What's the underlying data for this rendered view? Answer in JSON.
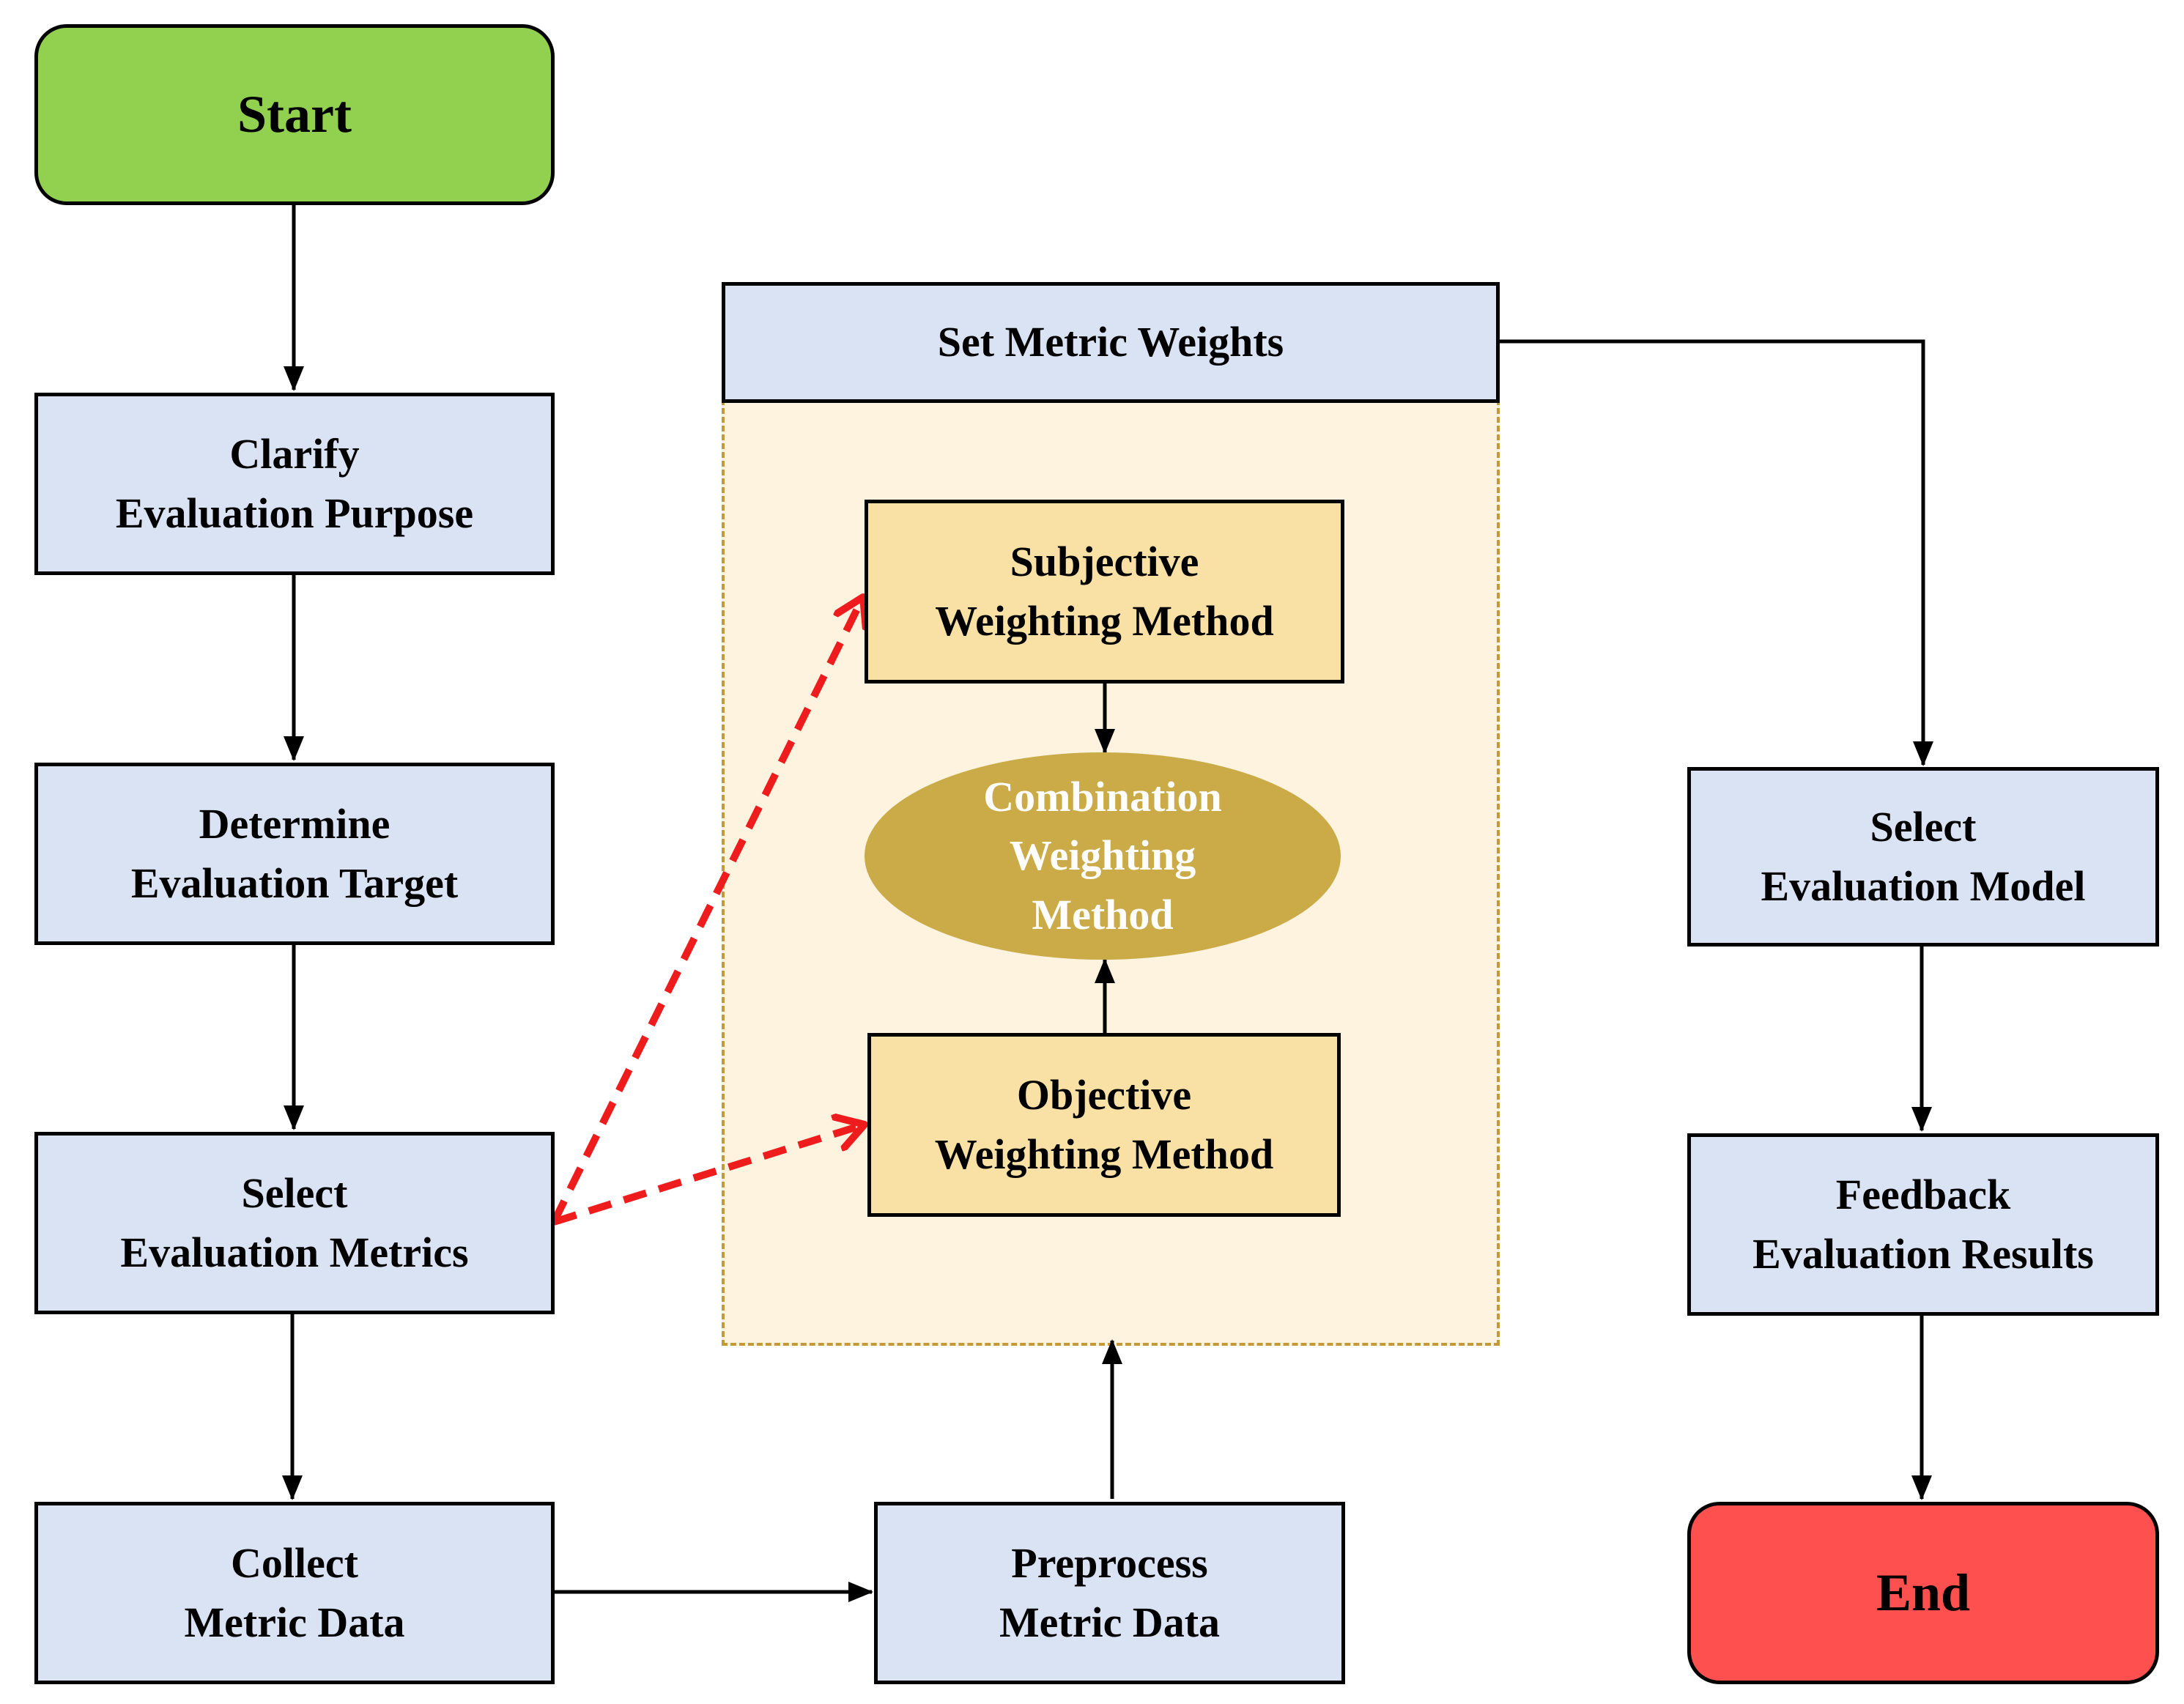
{
  "colors": {
    "process_fill": "#dae3f3",
    "start_fill": "#92d050",
    "end_fill": "#ff5050",
    "method_fill": "#f9e1a6",
    "combination_fill": "#cbab48",
    "panel_fill": "#fdf3df",
    "panel_border": "#c39a37",
    "arrow": "#000000",
    "dashed_arrow": "#ee1c1c"
  },
  "nodes": {
    "start": {
      "lines": [
        "Start"
      ]
    },
    "clarify": {
      "lines": [
        "Clarify",
        "Evaluation Purpose"
      ]
    },
    "determine": {
      "lines": [
        "Determine",
        "Evaluation Target"
      ]
    },
    "select_metrics": {
      "lines": [
        "Select",
        "Evaluation Metrics"
      ]
    },
    "collect": {
      "lines": [
        "Collect",
        "Metric Data"
      ]
    },
    "preprocess": {
      "lines": [
        "Preprocess",
        "Metric Data"
      ]
    },
    "set_weights": {
      "lines": [
        "Set Metric Weights"
      ]
    },
    "subjective": {
      "lines": [
        "Subjective",
        "Weighting Method"
      ]
    },
    "combination": {
      "lines": [
        "Combination",
        "Weighting",
        "Method"
      ]
    },
    "objective": {
      "lines": [
        "Objective",
        "Weighting Method"
      ]
    },
    "select_model": {
      "lines": [
        "Select",
        "Evaluation Model"
      ]
    },
    "feedback": {
      "lines": [
        "Feedback",
        "Evaluation Results"
      ]
    },
    "end": {
      "lines": [
        "End"
      ]
    }
  },
  "edges": [
    {
      "from": "start",
      "to": "clarify",
      "style": "solid"
    },
    {
      "from": "clarify",
      "to": "determine",
      "style": "solid"
    },
    {
      "from": "determine",
      "to": "select_metrics",
      "style": "solid"
    },
    {
      "from": "select_metrics",
      "to": "collect",
      "style": "solid"
    },
    {
      "from": "collect",
      "to": "preprocess",
      "style": "solid"
    },
    {
      "from": "preprocess",
      "to": "set_weights",
      "style": "solid"
    },
    {
      "from": "subjective",
      "to": "combination",
      "style": "solid"
    },
    {
      "from": "objective",
      "to": "combination",
      "style": "solid"
    },
    {
      "from": "set_weights",
      "to": "select_model",
      "style": "solid"
    },
    {
      "from": "select_model",
      "to": "feedback",
      "style": "solid"
    },
    {
      "from": "feedback",
      "to": "end",
      "style": "solid"
    },
    {
      "from": "select_metrics",
      "to": "subjective",
      "style": "dashed"
    },
    {
      "from": "select_metrics",
      "to": "objective",
      "style": "dashed"
    }
  ]
}
